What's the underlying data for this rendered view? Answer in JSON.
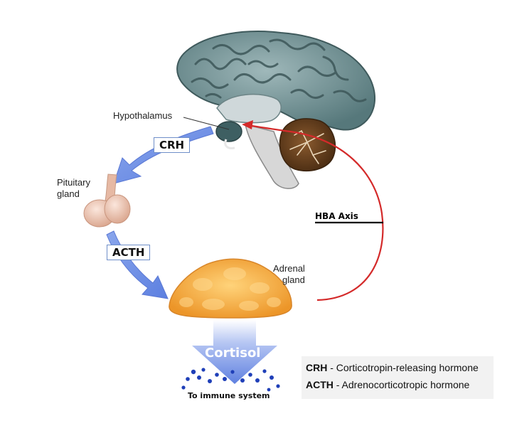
{
  "labels": {
    "hypothalamus": "Hypothalamus",
    "pituitary_line1": "Pituitary",
    "pituitary_line2": "gland",
    "adrenal_line1": "Adrenal",
    "adrenal_line2": "gland",
    "crh_box": "CRH",
    "acth_box": "ACTH",
    "hba_axis": "HBA Axis",
    "cortisol": "Cortisol",
    "immune": "To immune system"
  },
  "legend": [
    {
      "abbr": "CRH",
      "desc": " - Corticotropin-releasing hormone"
    },
    {
      "abbr": "ACTH",
      "desc": " - Adrenocorticotropic hormone"
    }
  ],
  "colors": {
    "arrow_blue": "#6f8fe3",
    "feedback_red": "#d42a2a",
    "brain": "#6f8f92",
    "adrenal": "#f2a640",
    "pituitary": "#efc7b3",
    "cerebellum": "#5a3a1c",
    "molecule": "#1f3fb8"
  }
}
